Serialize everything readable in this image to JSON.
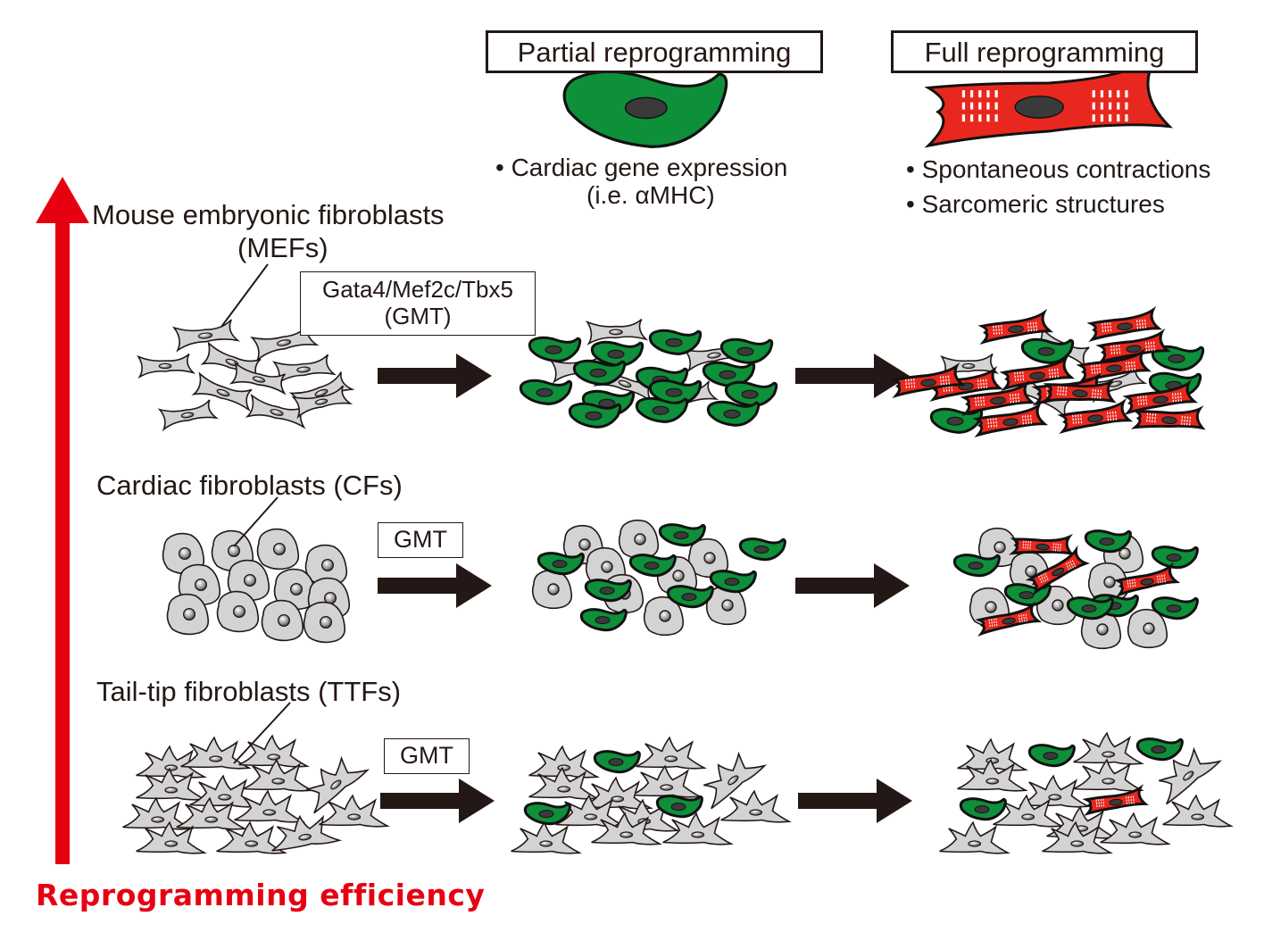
{
  "colors": {
    "efficiency_arrow": "#e60012",
    "fibroblast_fill": "#d3d3d3",
    "partial_cell_fill": "#0e8f3a",
    "full_cell_fill": "#e8281e",
    "nucleus_fill": "#3a3a3a",
    "outline": "#231815",
    "process_arrow": "#231815"
  },
  "header": {
    "partial": {
      "title": "Partial reprogramming",
      "icon": "partial-cardiomyocyte-icon",
      "features": [
        "• Cardiac gene expression",
        "(i.e. αMHC)"
      ]
    },
    "full": {
      "title": "Full reprogramming",
      "icon": "full-cardiomyocyte-icon",
      "features": [
        "• Spontaneous contractions",
        "• Sarcomeric structures"
      ]
    }
  },
  "axis": {
    "label": "Reprogramming  efficiency",
    "icon": "up-arrow-icon"
  },
  "rows": [
    {
      "name": "MEFs",
      "label_line1": "Mouse embryonic fibroblasts",
      "label_line2": "(MEFs)",
      "factor_line1": "Gata4/Mef2c/Tbx5",
      "factor_line2": "(GMT)",
      "start_cell_type": "spindle",
      "partial_counts": {
        "fibroblast": 7,
        "partial": 14
      },
      "full_counts": {
        "fibroblast": 4,
        "partial": 4,
        "full": 14
      }
    },
    {
      "name": "CFs",
      "label_line1": "Cardiac fibroblasts (CFs)",
      "factor_line1": "GMT",
      "start_cell_type": "polygonal",
      "partial_counts": {
        "fibroblast": 9,
        "partial": 8
      },
      "full_counts": {
        "fibroblast": 9,
        "partial": 7,
        "full": 4
      }
    },
    {
      "name": "TTFs",
      "label_line1": "Tail-tip fibroblasts (TTFs)",
      "factor_line1": "GMT",
      "start_cell_type": "stellate",
      "partial_counts": {
        "fibroblast": 13,
        "partial": 3
      },
      "full_counts": {
        "fibroblast": 13,
        "partial": 3,
        "full": 1
      }
    }
  ]
}
